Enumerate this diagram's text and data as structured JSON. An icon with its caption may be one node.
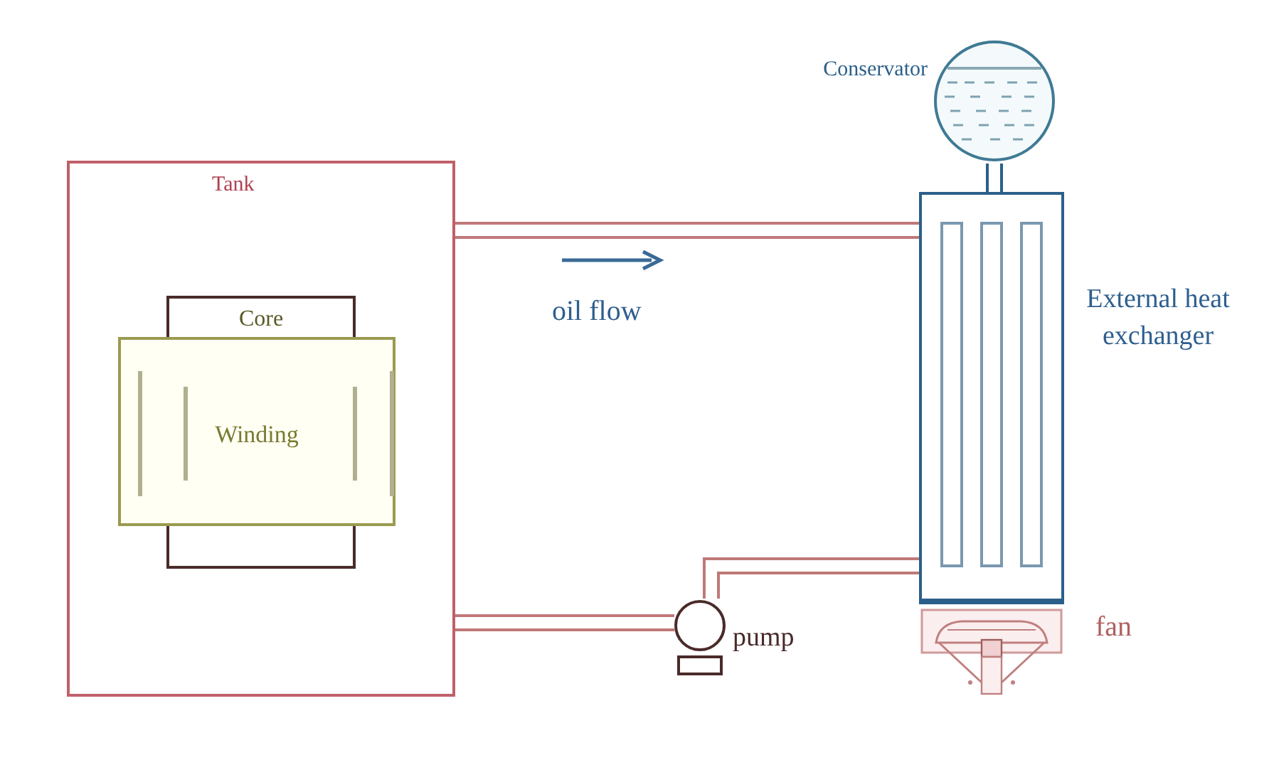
{
  "diagram": {
    "nodes": [
      {
        "text": [
          "Tank"
        ]
      },
      {
        "text": [
          "Core"
        ],
        "in": 0
      },
      {
        "text": [
          "Winding"
        ],
        "in": 0
      },
      {
        "text": [],
        "shape": "frame",
        "in": 0
      },
      {
        "text": [],
        "shape": "circle",
        "beside": [
          "Conservator"
        ]
      },
      {
        "text": [],
        "shape": "box",
        "beside": [
          "External heat exchanger"
        ]
      },
      {
        "text": [],
        "shape": "pump",
        "beside": [
          "pump"
        ]
      },
      {
        "text": [],
        "shape": "fan",
        "beside": [
          "fan"
        ]
      }
    ],
    "edges": [
      {
        "from": 0,
        "to": 5,
        "arrow": "none"
      },
      {
        "from": 0,
        "to": 6,
        "arrow": "none"
      },
      {
        "from": 6,
        "to": 5,
        "arrow": "none"
      },
      {
        "from": 4,
        "to": 5,
        "arrow": "none",
        "color": "#2b5f8a"
      }
    ],
    "labels": [
      "oil flow"
    ]
  }
}
